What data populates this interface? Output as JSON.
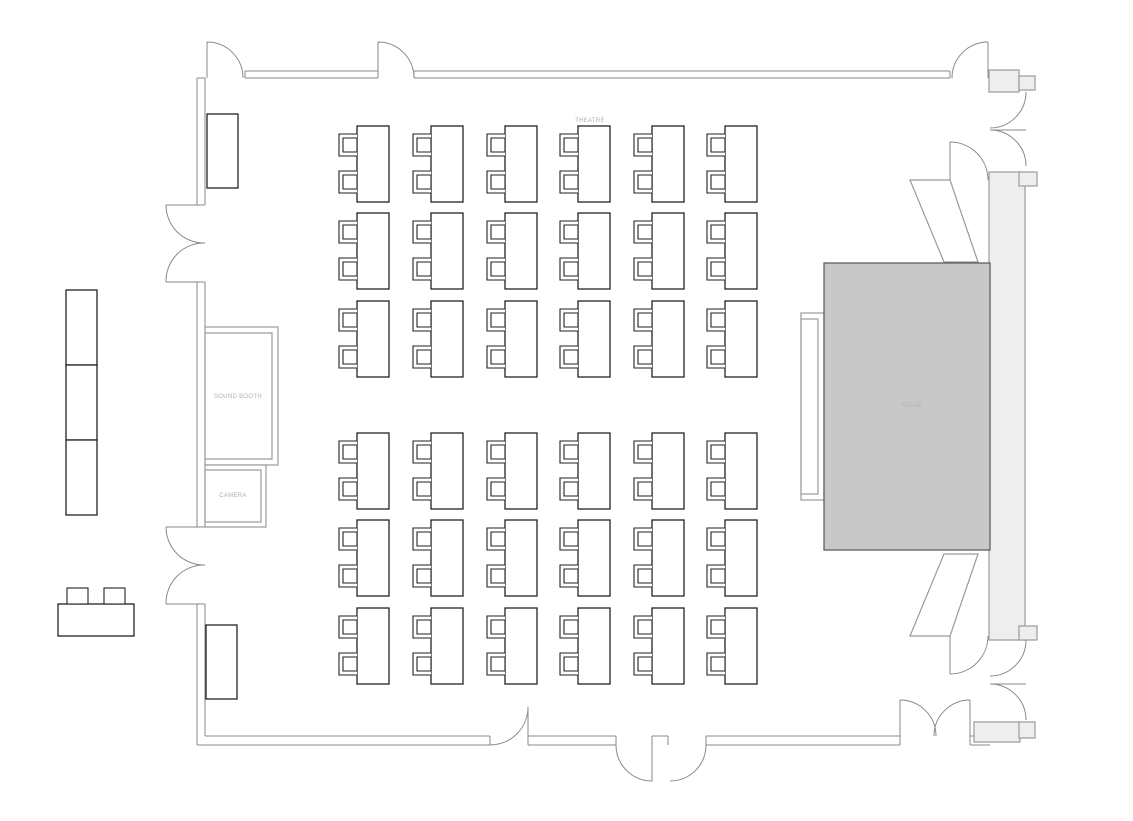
{
  "labels": {
    "theatre": "THEATRE",
    "stage": "STAGE",
    "sound_booth": "SOUND BOOTH",
    "camera": "CAMERA"
  },
  "seating": {
    "blocks": 2,
    "rows_per_block": 3,
    "columns": 6,
    "chairs_per_desk": 2
  },
  "colors": {
    "stage_fill": "#c8c8c8",
    "wall_stroke": "#9a9a9a",
    "furniture_stroke": "#222222"
  }
}
